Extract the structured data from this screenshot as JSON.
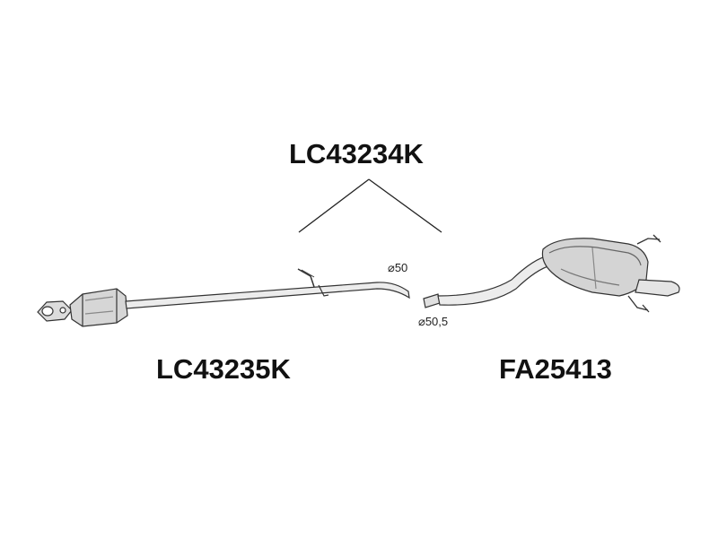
{
  "parts": {
    "top": "LC43234K",
    "left": "LC43235K",
    "right": "FA25413"
  },
  "dimensions": {
    "d50": "⌀50",
    "d505": "⌀50,5"
  }
}
